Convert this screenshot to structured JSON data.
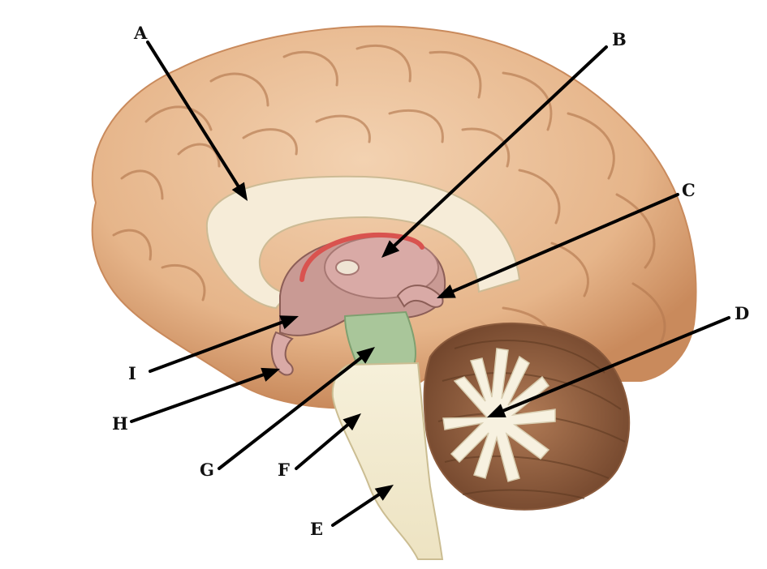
{
  "labels": [
    {
      "id": "A",
      "text": "A"
    },
    {
      "id": "B",
      "text": "B"
    },
    {
      "id": "C",
      "text": "C"
    },
    {
      "id": "D",
      "text": "D"
    },
    {
      "id": "E",
      "text": "E"
    },
    {
      "id": "F",
      "text": "F"
    },
    {
      "id": "G",
      "text": "G"
    },
    {
      "id": "H",
      "text": "H"
    },
    {
      "id": "I",
      "text": "I"
    }
  ],
  "colors": {
    "cerebrum": "#e9b98f",
    "cerebrum_shadow": "#c98a5c",
    "corpus_callosum": "#f6ecd8",
    "ventricle_region": "#c99a94",
    "thalamus": "#d9aaa6",
    "midbrain_green": "#a9c69a",
    "brainstem": "#f3ecd2",
    "cerebellum_dark": "#8a5a3c",
    "arbor_vitae": "#f7f1e0",
    "choroid_red": "#d9534f",
    "leader_line": "#000000"
  }
}
